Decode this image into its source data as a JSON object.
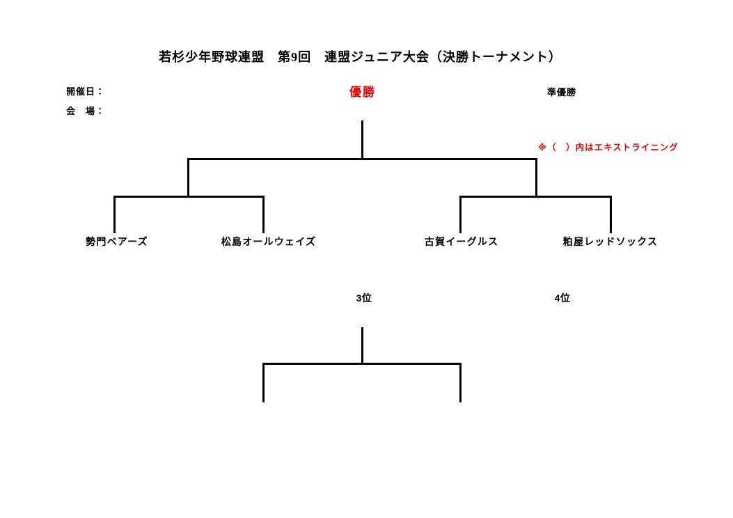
{
  "title": "若杉少年野球連盟　第9回　連盟ジュニア大会（決勝トーナメント）",
  "meta": {
    "date_label": "開催日：",
    "venue_label": "会　場："
  },
  "placements": {
    "champion": "優勝",
    "runner_up": "準優勝",
    "third": "3位",
    "fourth": "4位"
  },
  "note": "※（　）内はエキストライニング",
  "teams": [
    {
      "name": "勢門ベアーズ"
    },
    {
      "name": "松島オールウェイズ"
    },
    {
      "name": "古賀イーグルス"
    },
    {
      "name": "粕屋レッドソックス"
    }
  ],
  "colors": {
    "accent_red": "#ee0000",
    "line_black": "#000000"
  }
}
